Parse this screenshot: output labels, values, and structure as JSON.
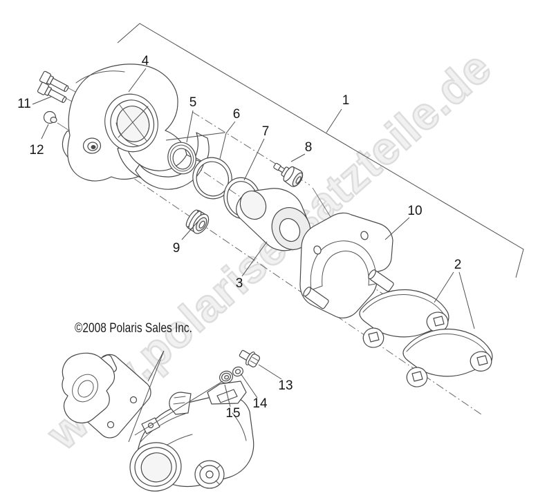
{
  "watermark": "www.polarisersatzteile.de",
  "copyright": "©2008 Polaris Sales Inc.",
  "callouts": [
    "1",
    "2",
    "3",
    "4",
    "5",
    "6",
    "7",
    "8",
    "9",
    "10",
    "11",
    "12",
    "13",
    "14",
    "15"
  ],
  "parts_depicted": {
    "1": "caliper-assembly-overall",
    "2": "brake-pads-pair",
    "3": "piston",
    "4": "caliper-body",
    "5": "seal-ring",
    "6": "o-ring-large",
    "7": "o-ring",
    "8": "bleeder-fitting",
    "9": "grommet-seal",
    "10": "mounting-bracket",
    "11": "mounting-bolts-pair",
    "12": "cap-plug",
    "13": "flange-bolt",
    "14": "washer-small",
    "15": "washer-large"
  },
  "colors": {
    "background": "#ffffff",
    "line_art": "#474747",
    "annotation_line": "#4f4f4f",
    "centerline": "#6a6a6a",
    "watermark_fill": "#f1f1f1",
    "watermark_outline": "#dddddd",
    "text": "#161616"
  }
}
